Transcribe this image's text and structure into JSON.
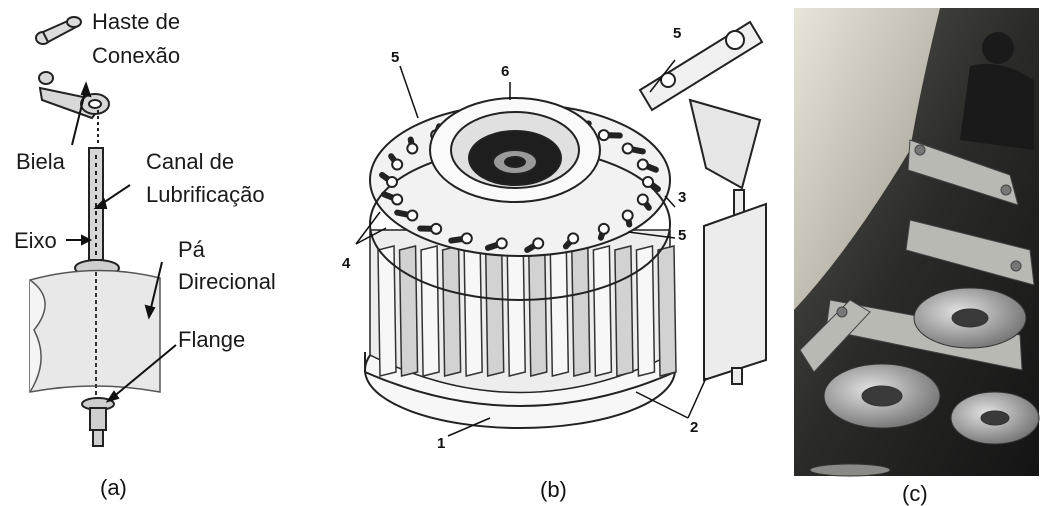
{
  "panel_a": {
    "labels": {
      "haste_line1": "Haste de",
      "haste_line2": "Conexão",
      "biela": "Biela",
      "canal_line1": "Canal de",
      "canal_line2": "Lubrificação",
      "eixo": "Eixo",
      "pa_line1": "Pá",
      "pa_line2": "Direcional",
      "flange": "Flange"
    },
    "caption": "(a)"
  },
  "panel_b": {
    "numbers": [
      "6",
      "5",
      "5",
      "3",
      "5",
      "4",
      "1",
      "2"
    ],
    "caption": "(b)"
  },
  "panel_c": {
    "caption": "(c)"
  },
  "colors": {
    "ink": "#1a1a1a",
    "vane_fill": "#e8e8e8",
    "photo_dark": "#1e1e1e",
    "photo_light": "#d8d4ca"
  }
}
